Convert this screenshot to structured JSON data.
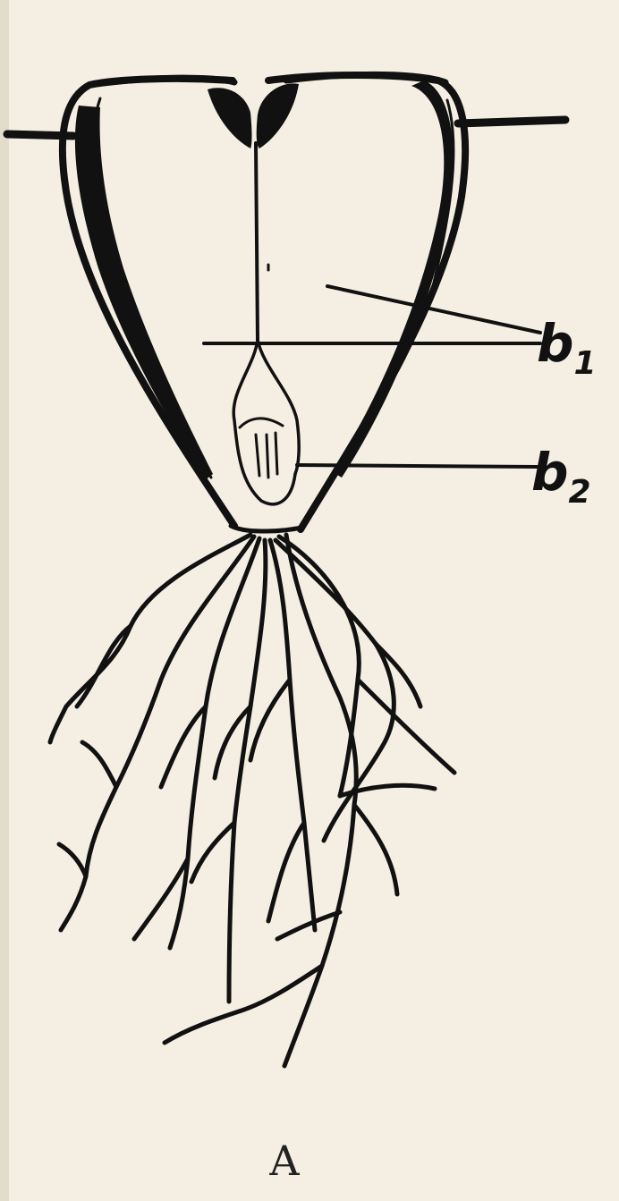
{
  "labels": {
    "b1_base": "b",
    "b1_sub": "1",
    "b2_base": "b",
    "b2_sub": "2"
  },
  "caption": "A",
  "colors": {
    "paper": "#f4efe2",
    "ink": "#111111"
  }
}
